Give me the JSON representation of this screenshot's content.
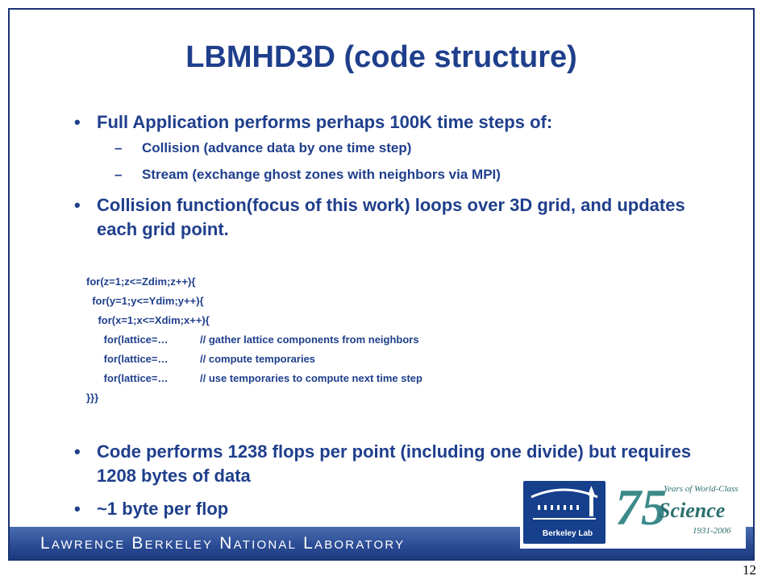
{
  "slide": {
    "title": "LBMHD3D (code structure)",
    "bullet_glyph": "•",
    "dash_glyph": "–",
    "bullets": [
      {
        "text": "Full Application performs perhaps 100K time steps of:",
        "sub": [
          "Collision (advance data by one time step)",
          "Stream (exchange ghost zones with neighbors via MPI)"
        ]
      },
      {
        "text": "Collision function(focus of this work) loops over 3D grid, and updates each grid point."
      },
      {
        "text": "Code performs 1238 flops per point (including one divide) but requires 1208 bytes of data"
      },
      {
        "text": "~1 byte per flop"
      }
    ],
    "code": [
      {
        "code": "for(z=1;z<=Zdim;z++){",
        "comment": ""
      },
      {
        "code": "  for(y=1;y<=Ydim;y++){",
        "comment": ""
      },
      {
        "code": "    for(x=1;x<=Xdim;x++){",
        "comment": ""
      },
      {
        "code": "      for(lattice=…",
        "comment": "// gather lattice components from neighbors"
      },
      {
        "code": "      for(lattice=…",
        "comment": "// compute temporaries"
      },
      {
        "code": "      for(lattice=…",
        "comment": "// use temporaries to compute next time step"
      },
      {
        "code": "}}}",
        "comment": ""
      }
    ]
  },
  "footer": {
    "lab_name": "Lawrence Berkeley National Laboratory"
  },
  "logo": {
    "lab": "Berkeley Lab",
    "number": "75",
    "years": "Years of World-Class",
    "science": "Science",
    "span": "1931-2006"
  },
  "page_number": "12",
  "colors": {
    "title": "#1f3f8c",
    "footer": "#2a4b94",
    "logo_teal": "#3c8a8a"
  }
}
